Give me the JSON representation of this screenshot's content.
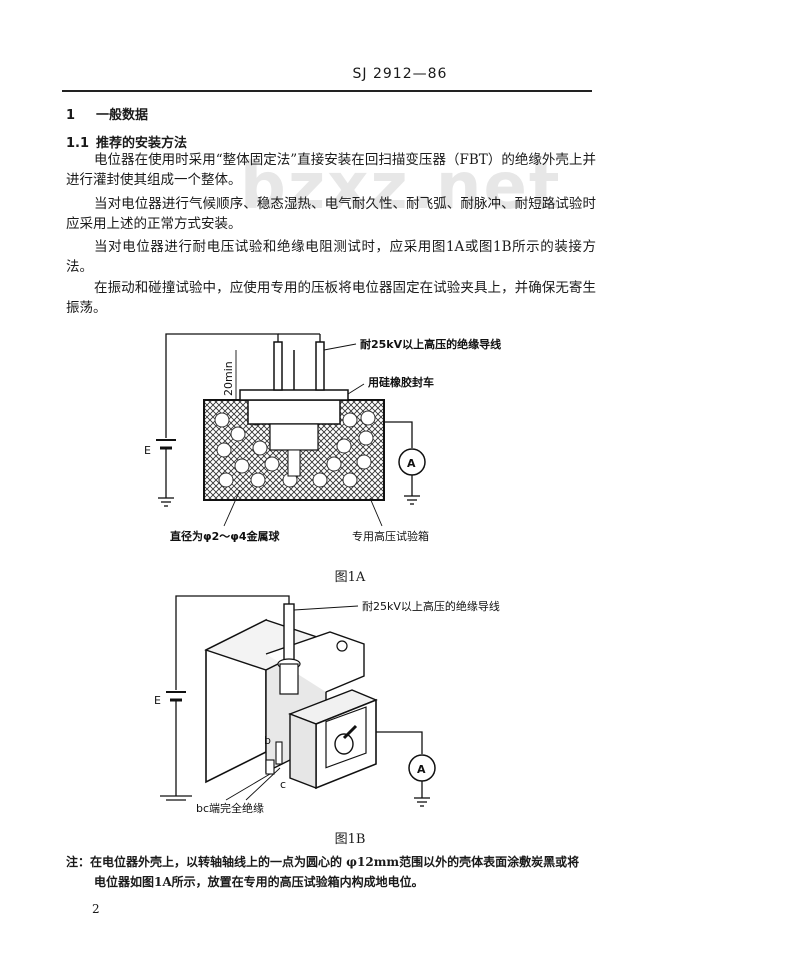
{
  "header": {
    "std_no": "SJ 2912—86"
  },
  "section1": {
    "num": "1",
    "title": "一般数据"
  },
  "section1_1": {
    "num": "1.1",
    "title": "推荐的安装方法"
  },
  "paragraphs": [
    "电位器在使用时采用“整体固定法”直接安装在回扫描变压器（FBT）的绝缘外壳上并进行灌封使其组成一个整体。",
    "当对电位器进行气候顺序、稳态湿热、电气耐久性、耐飞弧、耐脉冲、耐短路试验时应采用上述的正常方式安装。",
    "当对电位器进行耐电压试验和绝缘电阻测试时，应采用图1A或图1B所示的装接方法。",
    "在振动和碰撞试验中，应使用专用的压板将电位器固定在试验夹具上，并确保无寄生振荡。"
  ],
  "figure_1a": {
    "caption": "图1A",
    "label_wire": "耐25kV以上高压的绝缘导线",
    "label_seal": "用硅橡胶封车",
    "label_dim": "20min",
    "label_e": "E",
    "label_meter": "A",
    "label_balls": "直径为φ2～φ4金属球",
    "label_tank": "专用高压试验箱"
  },
  "figure_1b": {
    "caption": "图1B",
    "label_wire": "耐25kV以上高压的绝缘导线",
    "label_e": "E",
    "label_meter": "A",
    "label_b": "b",
    "label_c": "c",
    "label_bc": "bc端完全绝缘"
  },
  "note": {
    "line1": "注：在电位器外壳上，以转轴轴线上的一点为圆心的 φ12mm范围以外的壳体表面涂敷炭黑或将",
    "line2": "电位器如图1A所示，放置在专用的高压试验箱内构成地电位。"
  },
  "page_number": "2",
  "watermark": "bzxz.net"
}
